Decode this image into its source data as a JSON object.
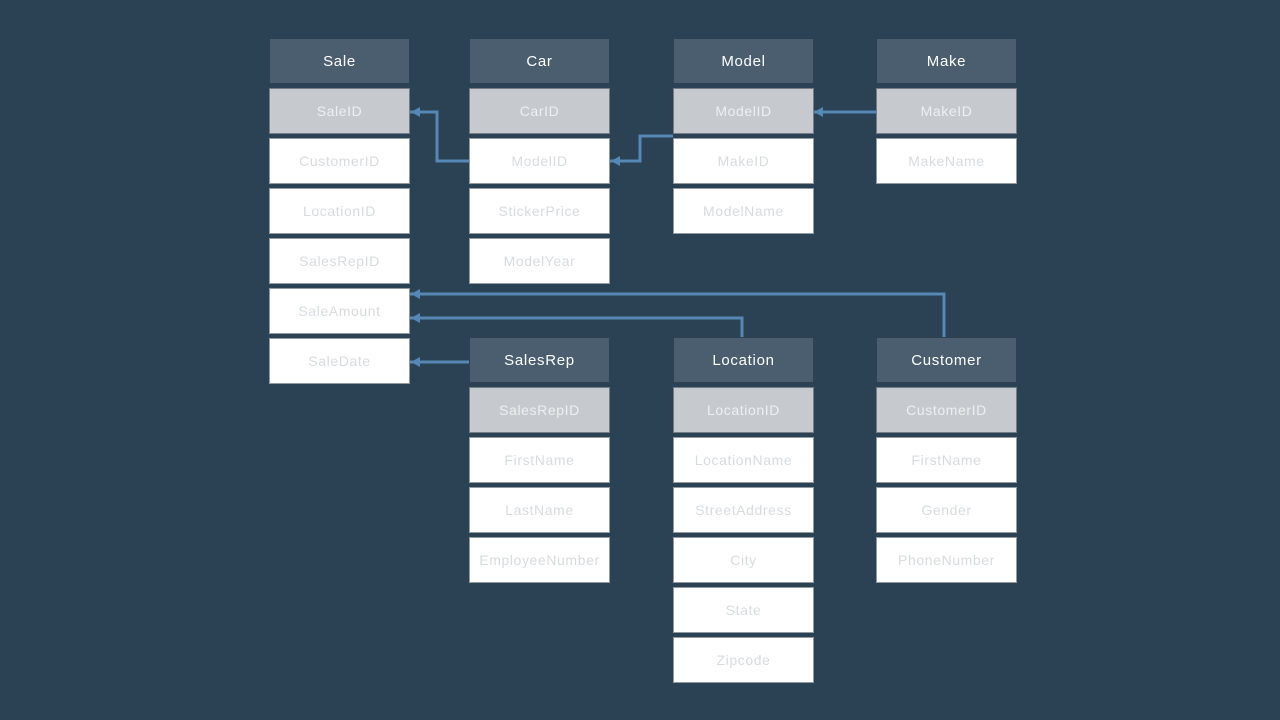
{
  "colors": {
    "background": "#2B4254",
    "table_header_bg": "#4A5E6F",
    "table_header_text": "#FDFEFE",
    "key_row_bg": "#C6CACF",
    "key_row_text": "#EDF0F2",
    "field_row_bg": "#FFFFFF",
    "field_row_text": "#D8DBDE",
    "connector": "#5688B5"
  },
  "tables": [
    {
      "name": "Sale",
      "fields": [
        {
          "label": "SaleID",
          "is_key": true
        },
        {
          "label": "CustomerID",
          "is_key": false
        },
        {
          "label": "LocationID",
          "is_key": false
        },
        {
          "label": "SalesRepID",
          "is_key": false
        },
        {
          "label": "SaleAmount",
          "is_key": false
        },
        {
          "label": "SaleDate",
          "is_key": false
        }
      ]
    },
    {
      "name": "Car",
      "fields": [
        {
          "label": "CarID",
          "is_key": true
        },
        {
          "label": "ModelID",
          "is_key": false
        },
        {
          "label": "StickerPrice",
          "is_key": false
        },
        {
          "label": "ModelYear",
          "is_key": false
        }
      ]
    },
    {
      "name": "Model",
      "fields": [
        {
          "label": "ModelID",
          "is_key": true
        },
        {
          "label": "MakeID",
          "is_key": false
        },
        {
          "label": "ModelName",
          "is_key": false
        }
      ]
    },
    {
      "name": "Make",
      "fields": [
        {
          "label": "MakeID",
          "is_key": true
        },
        {
          "label": "MakeName",
          "is_key": false
        }
      ]
    },
    {
      "name": "SalesRep",
      "fields": [
        {
          "label": "SalesRepID",
          "is_key": true
        },
        {
          "label": "FirstName",
          "is_key": false
        },
        {
          "label": "LastName",
          "is_key": false
        },
        {
          "label": "EmployeeNumber",
          "is_key": false
        }
      ]
    },
    {
      "name": "Location",
      "fields": [
        {
          "label": "LocationID",
          "is_key": true
        },
        {
          "label": "LocationName",
          "is_key": false
        },
        {
          "label": "StreetAddress",
          "is_key": false
        },
        {
          "label": "City",
          "is_key": false
        },
        {
          "label": "State",
          "is_key": false
        },
        {
          "label": "Zipcode",
          "is_key": false
        }
      ]
    },
    {
      "name": "Customer",
      "fields": [
        {
          "label": "CustomerID",
          "is_key": true
        },
        {
          "label": "FirstName",
          "is_key": false
        },
        {
          "label": "Gender",
          "is_key": false
        },
        {
          "label": "PhoneNumber",
          "is_key": false
        }
      ]
    }
  ],
  "connections": [
    {
      "from": "Sale.SaleID",
      "to": "Car.ModelID"
    },
    {
      "from": "Car.ModelID",
      "to": "Model.ModelID"
    },
    {
      "from": "Model.ModelID",
      "to": "Make.MakeID"
    },
    {
      "from": "Sale",
      "to": "Customer"
    },
    {
      "from": "Sale",
      "to": "Location"
    },
    {
      "from": "Sale.SaleDate",
      "to": "SalesRep"
    }
  ]
}
